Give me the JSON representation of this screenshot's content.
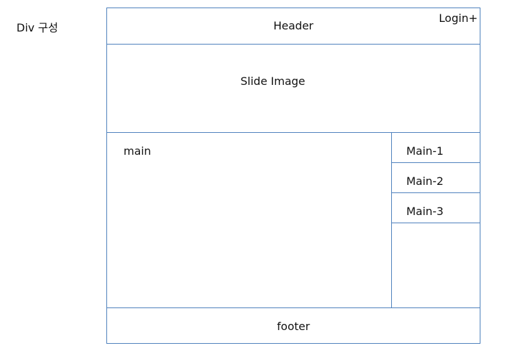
{
  "title": "Div 구성",
  "header": {
    "label": "Header",
    "login": "Login+"
  },
  "slide": {
    "label": "Slide Image"
  },
  "main": {
    "label": "main"
  },
  "sidebar": {
    "items": [
      "Main-1",
      "Main-2",
      "Main-3"
    ]
  },
  "footer": {
    "label": "footer"
  },
  "colors": {
    "border": "#4a7ebb"
  }
}
